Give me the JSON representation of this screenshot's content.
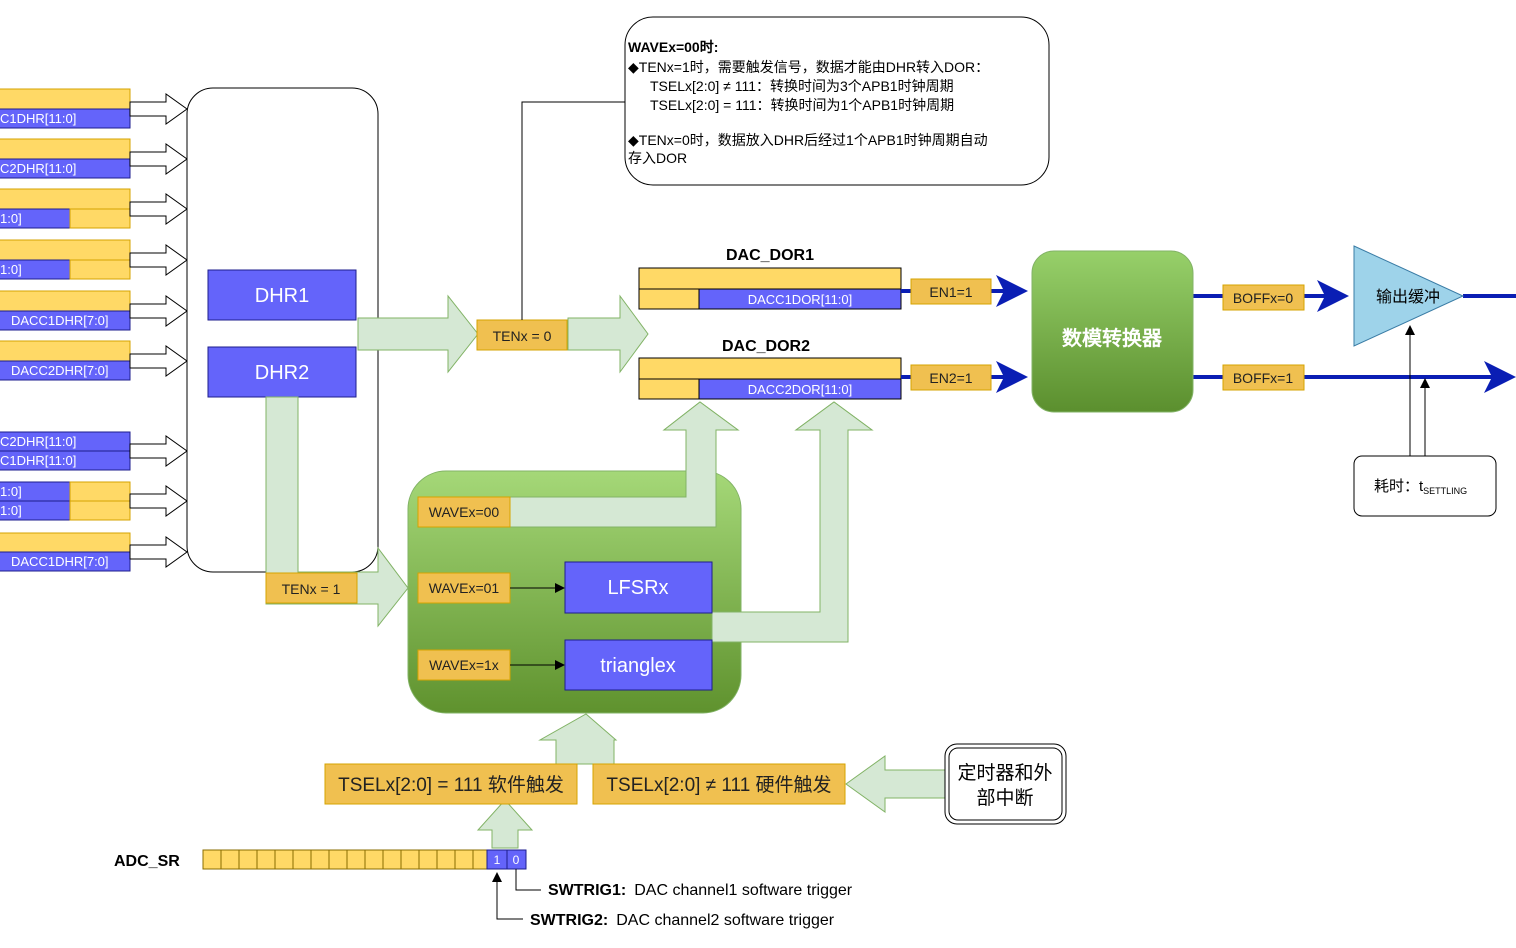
{
  "colors": {
    "yellow": "#ffd966",
    "yellow_stroke": "#d6a300",
    "blue_reg": "#6464fa",
    "blue_line": "#0a1eb4",
    "green_arrow": "#d5e8d4",
    "green_arrow_stroke": "#82b366",
    "green_box_top": "#a5d878",
    "green_box_bottom": "#5f922e",
    "buffer_fill": "#9ed3ea",
    "label_orange": "#f0c050"
  },
  "left_registers": {
    "dual_left_labels": [
      "C1DHR[11:0]",
      "C2DHR[11:0]",
      "1:0]",
      "1:0]",
      "DACC1DHR[7:0]",
      "DACC2DHR[7:0]"
    ],
    "lower_labels": [
      "C2DHR[11:0]",
      "C1DHR[11:0]",
      "1:0]",
      "1:0]",
      "DACC1DHR[7:0]"
    ]
  },
  "dhr": {
    "dhr1": "DHR1",
    "dhr2": "DHR2"
  },
  "note": {
    "title": "WAVEx=00时:",
    "line1": "◆TENx=1时，需要触发信号，数据才能由DHR转入DOR：",
    "line2": "TSELx[2:0] ≠ 111：转换时间为3个APB1时钟周期",
    "line3": "TSELx[2:0] = 111：转换时间为1个APB1时钟周期",
    "line4": "◆TENx=0时，数据放入DHR后经过1个APB1时钟周期自动",
    "line5": "存入DOR"
  },
  "ten0": "TENx = 0",
  "ten1": "TENx = 1",
  "dor1": {
    "title": "DAC_DOR1",
    "field": "DACC1DOR[11:0]"
  },
  "dor2": {
    "title": "DAC_DOR2",
    "field": "DACC2DOR[11:0]"
  },
  "en1": "EN1=1",
  "en2": "EN2=1",
  "converter": "数模转换器",
  "boff0": "BOFFx=0",
  "boff1": "BOFFx=1",
  "buffer": "输出缓冲",
  "settling": {
    "main": "耗时：t",
    "sub": "SETTLING"
  },
  "wave": {
    "w00": "WAVEx=00",
    "w01": "WAVEx=01",
    "w1x": "WAVEx=1x",
    "lfsr": "LFSRx",
    "triangle": "trianglex"
  },
  "tsel_sw": "TSELx[2:0] = 111 软件触发",
  "tsel_hw": "TSELx[2:0] ≠ 111 硬件触发",
  "timer": {
    "line1": "定时器和外",
    "line2": "部中断"
  },
  "adc": {
    "label": "ADC_SR",
    "bit1": "1",
    "bit0": "0"
  },
  "swtrig1": {
    "name": "SWTRIG1:",
    "desc": "DAC channel1 software trigger"
  },
  "swtrig2": {
    "name": "SWTRIG2:",
    "desc": "DAC channel2 software trigger"
  }
}
